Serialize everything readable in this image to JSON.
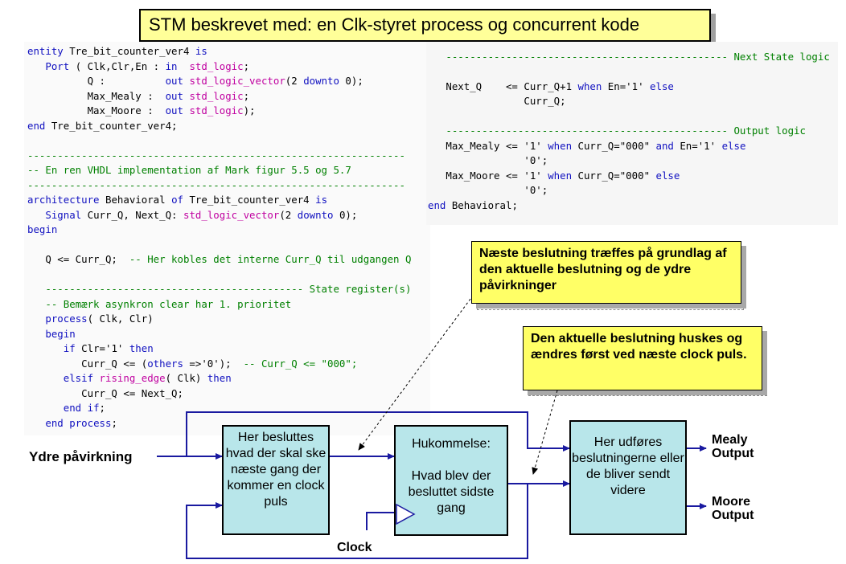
{
  "title": "STM beskrevet med:  en Clk-styret process og concurrent kode",
  "colors": {
    "keyword": "#1010c0",
    "type": "#c000a0",
    "comment": "#008000",
    "note_bg": "#ffff66",
    "block_bg": "#b8e6ea",
    "wire": "#1a1aa0"
  },
  "code_left": [
    [
      {
        "t": "entity",
        "c": "kw"
      },
      {
        "t": " Tre_bit_counter_ver4 "
      },
      {
        "t": "is",
        "c": "kw"
      }
    ],
    [
      {
        "t": "   "
      },
      {
        "t": "Port",
        "c": "kw"
      },
      {
        "t": " ( Clk,Clr,En : "
      },
      {
        "t": "in",
        "c": "kw"
      },
      {
        "t": "  "
      },
      {
        "t": "std_logic",
        "c": "ty"
      },
      {
        "t": ";"
      }
    ],
    [
      {
        "t": "          Q :          "
      },
      {
        "t": "out",
        "c": "kw"
      },
      {
        "t": " "
      },
      {
        "t": "std_logic_vector",
        "c": "ty"
      },
      {
        "t": "(2 "
      },
      {
        "t": "downto",
        "c": "kw"
      },
      {
        "t": " 0);"
      }
    ],
    [
      {
        "t": "          Max_Mealy :  "
      },
      {
        "t": "out",
        "c": "kw"
      },
      {
        "t": " "
      },
      {
        "t": "std_logic",
        "c": "ty"
      },
      {
        "t": ";"
      }
    ],
    [
      {
        "t": "          Max_Moore :  "
      },
      {
        "t": "out",
        "c": "kw"
      },
      {
        "t": " "
      },
      {
        "t": "std_logic",
        "c": "ty"
      },
      {
        "t": ");"
      }
    ],
    [
      {
        "t": "end",
        "c": "kw"
      },
      {
        "t": " Tre_bit_counter_ver4;"
      }
    ],
    [
      {
        "t": ""
      }
    ],
    [
      {
        "t": "---------------------------------------------------------------",
        "c": "cm"
      }
    ],
    [
      {
        "t": "-- En ren VHDL implementation af Mark figur 5.5 og 5.7",
        "c": "cm"
      }
    ],
    [
      {
        "t": "---------------------------------------------------------------",
        "c": "cm"
      }
    ],
    [
      {
        "t": "architecture",
        "c": "kw"
      },
      {
        "t": " Behavioral "
      },
      {
        "t": "of",
        "c": "kw"
      },
      {
        "t": " Tre_bit_counter_ver4 "
      },
      {
        "t": "is",
        "c": "kw"
      }
    ],
    [
      {
        "t": "   "
      },
      {
        "t": "Signal",
        "c": "kw"
      },
      {
        "t": " Curr_Q, Next_Q: "
      },
      {
        "t": "std_logic_vector",
        "c": "ty"
      },
      {
        "t": "(2 "
      },
      {
        "t": "downto",
        "c": "kw"
      },
      {
        "t": " 0);"
      }
    ],
    [
      {
        "t": "begin",
        "c": "kw"
      }
    ],
    [
      {
        "t": ""
      }
    ],
    [
      {
        "t": "   Q <= Curr_Q;  "
      },
      {
        "t": "-- Her kobles det interne Curr_Q til udgangen Q",
        "c": "cm"
      }
    ],
    [
      {
        "t": ""
      }
    ],
    [
      {
        "t": "   ------------------------------------------- State register(s)",
        "c": "cm"
      }
    ],
    [
      {
        "t": "   -- Bemærk asynkron clear har 1. prioritet",
        "c": "cm"
      }
    ],
    [
      {
        "t": "   "
      },
      {
        "t": "process",
        "c": "kw"
      },
      {
        "t": "( Clk, Clr)"
      }
    ],
    [
      {
        "t": "   "
      },
      {
        "t": "begin",
        "c": "kw"
      }
    ],
    [
      {
        "t": "      "
      },
      {
        "t": "if",
        "c": "kw"
      },
      {
        "t": " Clr='1' "
      },
      {
        "t": "then",
        "c": "kw"
      }
    ],
    [
      {
        "t": "         Curr_Q <= ("
      },
      {
        "t": "others",
        "c": "kw"
      },
      {
        "t": " =>'0');  "
      },
      {
        "t": "-- Curr_Q <= \"000\";",
        "c": "cm"
      }
    ],
    [
      {
        "t": "      "
      },
      {
        "t": "elsif",
        "c": "kw"
      },
      {
        "t": " "
      },
      {
        "t": "rising_edge",
        "c": "ty"
      },
      {
        "t": "( Clk) "
      },
      {
        "t": "then",
        "c": "kw"
      }
    ],
    [
      {
        "t": "         Curr_Q <= Next_Q;"
      }
    ],
    [
      {
        "t": "      "
      },
      {
        "t": "end if",
        "c": "kw"
      },
      {
        "t": ";"
      }
    ],
    [
      {
        "t": "   "
      },
      {
        "t": "end process",
        "c": "kw"
      },
      {
        "t": ";"
      }
    ]
  ],
  "code_right": [
    [
      {
        "t": ""
      }
    ],
    [
      {
        "t": "   ----------------------------------------------- Next State logic",
        "c": "cm"
      }
    ],
    [
      {
        "t": ""
      }
    ],
    [
      {
        "t": "   Next_Q    <= Curr_Q+1 "
      },
      {
        "t": "when",
        "c": "kw"
      },
      {
        "t": " En='1' "
      },
      {
        "t": "else",
        "c": "kw"
      }
    ],
    [
      {
        "t": "                Curr_Q;"
      }
    ],
    [
      {
        "t": ""
      }
    ],
    [
      {
        "t": "   ----------------------------------------------- Output logic",
        "c": "cm"
      }
    ],
    [
      {
        "t": "   Max_Mealy <= '1' "
      },
      {
        "t": "when",
        "c": "kw"
      },
      {
        "t": " Curr_Q=\"000\" "
      },
      {
        "t": "and",
        "c": "kw"
      },
      {
        "t": " En='1' "
      },
      {
        "t": "else",
        "c": "kw"
      }
    ],
    [
      {
        "t": "                '0';"
      }
    ],
    [
      {
        "t": "   Max_Moore <= '1' "
      },
      {
        "t": "when",
        "c": "kw"
      },
      {
        "t": " Curr_Q=\"000\" "
      },
      {
        "t": "else",
        "c": "kw"
      }
    ],
    [
      {
        "t": "                '0';"
      }
    ],
    [
      {
        "t": "end",
        "c": "kw"
      },
      {
        "t": " Behavioral;"
      }
    ]
  ],
  "notes": {
    "next_decision": "Næste beslutning træffes på grundlag af den aktuelle beslutning og de ydre påvirkninger",
    "current_decision": "Den aktuelle beslutning huskes og ændres først ved næste clock puls."
  },
  "diagram": {
    "block_decide": "Her besluttes hvad der skal ske næste gang der kommer en clock puls",
    "block_memory_title": "Hukommelse:",
    "block_memory_text": "Hvad blev der besluttet sidste gang",
    "block_output": "Her udføres beslutningerne eller de bliver sendt videre",
    "input_label": "Ydre påvirkning",
    "clock_label": "Clock",
    "mealy_label_1": "Mealy",
    "mealy_label_2": "Output",
    "moore_label_1": "Moore",
    "moore_label_2": "Output"
  }
}
